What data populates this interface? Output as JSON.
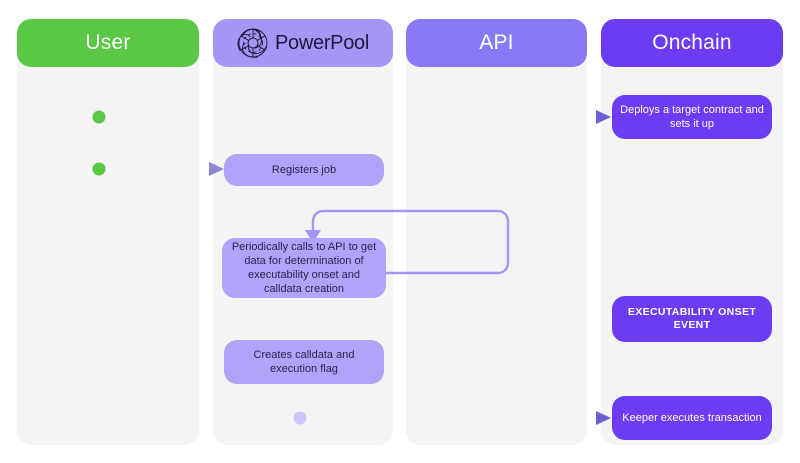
{
  "diagram": {
    "title": "PowerPool keeper job lifecycle swimlane",
    "lanes": [
      {
        "id": "user",
        "label": "User",
        "color": "#5ac845"
      },
      {
        "id": "pp",
        "label": "PowerPool",
        "color": "#a794f7",
        "logo_icon": "powerpool-logo-icon"
      },
      {
        "id": "api",
        "label": "API",
        "color": "#8a79f6"
      },
      {
        "id": "onchain",
        "label": "Onchain",
        "color": "#6c3bf4"
      }
    ],
    "steps": [
      {
        "id": "deploys",
        "lane": "onchain",
        "text": "Deploys a target contract and sets it up"
      },
      {
        "id": "registers",
        "lane": "pp",
        "text": "Registers job"
      },
      {
        "id": "periodic",
        "lane": "pp",
        "text": "Periodically calls to API to get data for determination of executability onset and calldata creation"
      },
      {
        "id": "event",
        "lane": "onchain",
        "text": "EXECUTABILITY ONSET EVENT"
      },
      {
        "id": "calldata",
        "lane": "pp",
        "text": "Creates calldata and execution flag"
      },
      {
        "id": "keeper",
        "lane": "onchain",
        "text": "Keeper executes transaction"
      }
    ],
    "connectors": [
      {
        "id": "user-to-onchain-deploy",
        "from": "user",
        "to": "onchain",
        "style": "green-to-purple-arrow"
      },
      {
        "id": "user-to-pp-register",
        "from": "user",
        "to": "pp",
        "style": "green-to-purple-arrow"
      },
      {
        "id": "pp-api-loop",
        "from": "pp",
        "to": "pp",
        "style": "purple-loop-arrow"
      },
      {
        "id": "pp-to-onchain-execute",
        "from": "pp",
        "to": "onchain",
        "style": "purple-arrow"
      }
    ],
    "divider": {
      "id": "executability-onset-divider",
      "style": "dashed",
      "gradient_from": "#5ac845",
      "gradient_to": "#6c3bf4"
    },
    "colors": {
      "lane_bg": "#f4f4f5",
      "green": "#5ac845",
      "purple_light": "#b3a2f9",
      "purple_mid": "#8a79f6",
      "purple_deep": "#6c3bf4",
      "text_dark": "#2a2550",
      "logo_navy": "#1b1b3a"
    }
  }
}
